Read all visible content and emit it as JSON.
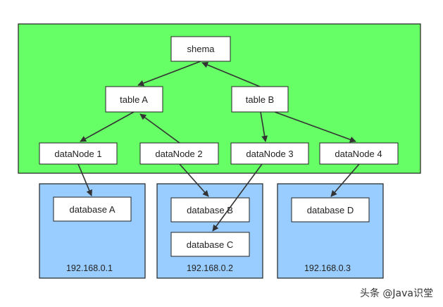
{
  "colors": {
    "schema_region": "#66ff66",
    "server_region": "#99ccff",
    "node_fill": "#ffffff",
    "stroke": "#222222",
    "arrow": "#333333"
  },
  "schema": {
    "label": "shema"
  },
  "tables": [
    {
      "id": "table_a",
      "label": "table A"
    },
    {
      "id": "table_b",
      "label": "table B"
    }
  ],
  "data_nodes": [
    {
      "id": "dn1",
      "label": "dataNode 1"
    },
    {
      "id": "dn2",
      "label": "dataNode 2"
    },
    {
      "id": "dn3",
      "label": "dataNode 3"
    },
    {
      "id": "dn4",
      "label": "dataNode 4"
    }
  ],
  "servers": [
    {
      "id": "server1",
      "ip": "192.168.0.1",
      "databases": [
        {
          "id": "db_a",
          "label": "database A"
        }
      ]
    },
    {
      "id": "server2",
      "ip": "192.168.0.2",
      "databases": [
        {
          "id": "db_b",
          "label": "database B"
        },
        {
          "id": "db_c",
          "label": "database C"
        }
      ]
    },
    {
      "id": "server3",
      "ip": "192.168.0.3",
      "databases": [
        {
          "id": "db_d",
          "label": "database D"
        }
      ]
    }
  ],
  "edges": [
    {
      "from": "schema",
      "to": "table_a"
    },
    {
      "from": "table_b",
      "to": "schema"
    },
    {
      "from": "table_a",
      "to": "dn1"
    },
    {
      "from": "dn2",
      "to": "table_a"
    },
    {
      "from": "table_b",
      "to": "dn3"
    },
    {
      "from": "table_b",
      "to": "dn4"
    },
    {
      "from": "dn1",
      "to": "db_a"
    },
    {
      "from": "dn2",
      "to": "db_b"
    },
    {
      "from": "dn3",
      "to": "db_c"
    },
    {
      "from": "dn4",
      "to": "db_d"
    }
  ],
  "watermark": "头条 @Java识堂"
}
